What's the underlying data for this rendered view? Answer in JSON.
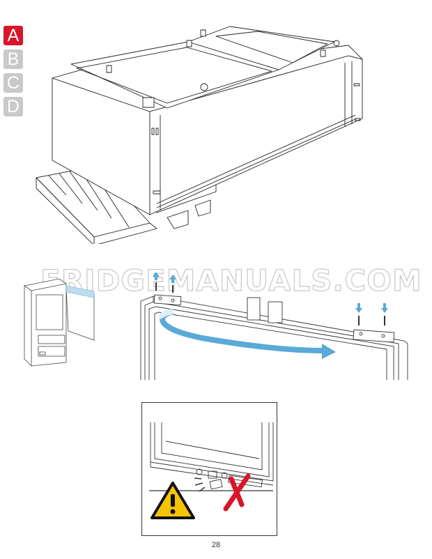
{
  "page": {
    "number": "28",
    "watermark": "FRIDGEMANUALS.COM"
  },
  "step_tabs": [
    {
      "label": "A",
      "active": true
    },
    {
      "label": "B",
      "active": false
    },
    {
      "label": "C",
      "active": false
    },
    {
      "label": "D",
      "active": false
    }
  ],
  "colors": {
    "active_tab": "#d9152a",
    "inactive_tab": "#c9c9c9",
    "arrow_blue": "#5aa9d6",
    "warning_yellow": "#f5c400",
    "cross_red": "#d9152a"
  },
  "figures": {
    "pallet": {
      "description": "appliance lying on its back on a wooden pallet"
    },
    "fridge_small": {
      "description": "appliance with open door, top hinge area highlighted in blue"
    },
    "door_top": {
      "description": "top edge of door: remove screws on left hinge, transfer hinge to right side",
      "arrows": [
        "up",
        "up",
        "down",
        "down"
      ]
    },
    "warning": {
      "description": "caution: do not let hinge part hit the floor",
      "icons": [
        "warning-triangle-icon",
        "red-cross-icon"
      ]
    }
  }
}
